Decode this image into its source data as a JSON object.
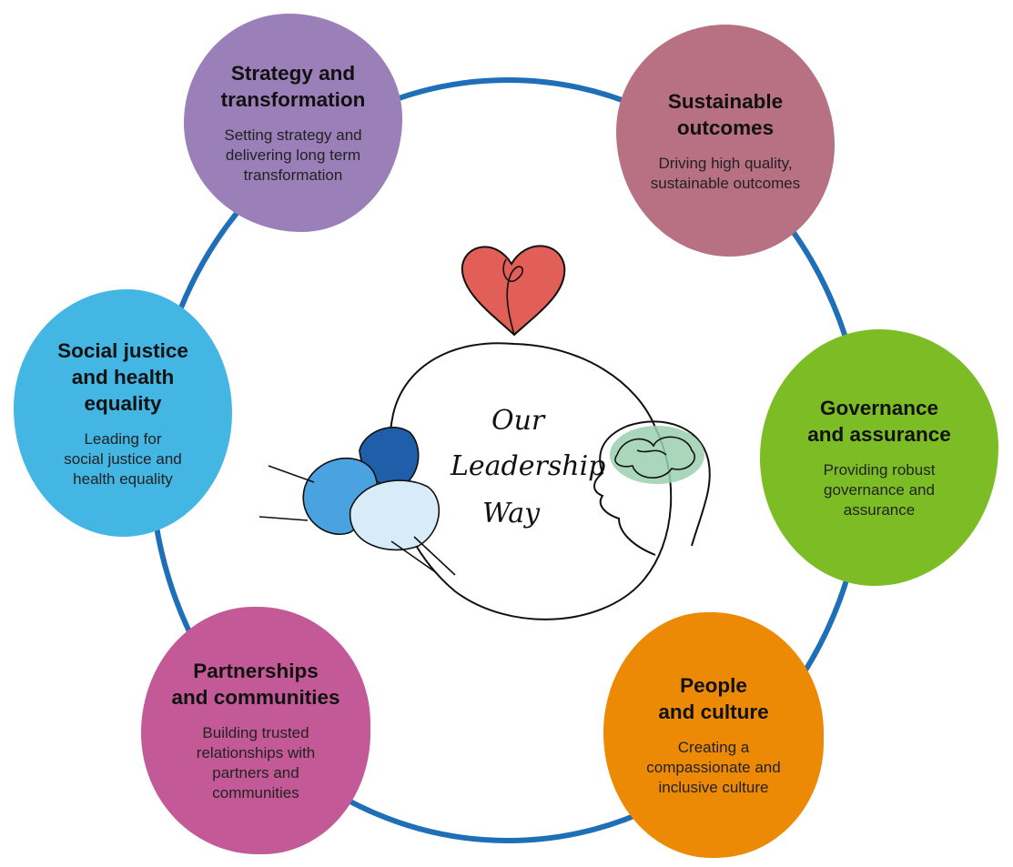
{
  "colors": {
    "ring": "#1f6fb8",
    "strategy": "#9b7fb8",
    "sustainable": "#b87083",
    "governance": "#7cbd26",
    "people": "#ec8a05",
    "partnerships": "#c35a97",
    "social": "#43b6e3",
    "heart": "#e15f57",
    "brain": "#9bcfb0"
  },
  "center": {
    "line1": "Our",
    "line2": "Leadership",
    "line3": "Way"
  },
  "nodes": {
    "strategy": {
      "title_l1": "Strategy and",
      "title_l2": "transformation",
      "desc_l1": "Setting strategy and",
      "desc_l2": "delivering long term",
      "desc_l3": "transformation"
    },
    "sustainable": {
      "title_l1": "Sustainable",
      "title_l2": "outcomes",
      "desc_l1": "Driving high quality,",
      "desc_l2": "sustainable outcomes"
    },
    "governance": {
      "title_l1": "Governance",
      "title_l2": "and assurance",
      "desc_l1": "Providing robust",
      "desc_l2": "governance and",
      "desc_l3": "assurance"
    },
    "people": {
      "title_l1": "People",
      "title_l2": "and culture",
      "desc_l1": "Creating a",
      "desc_l2": "compassionate and",
      "desc_l3": "inclusive culture"
    },
    "partnerships": {
      "title_l1": "Partnerships",
      "title_l2": "and communities",
      "desc_l1": "Building trusted",
      "desc_l2": "relationships with",
      "desc_l3": "partners and",
      "desc_l4": "communities"
    },
    "social": {
      "title_l1": "Social justice",
      "title_l2": "and health",
      "title_l3": "equality",
      "desc_l1": "Leading for",
      "desc_l2": "social justice and",
      "desc_l3": "health equality"
    }
  }
}
